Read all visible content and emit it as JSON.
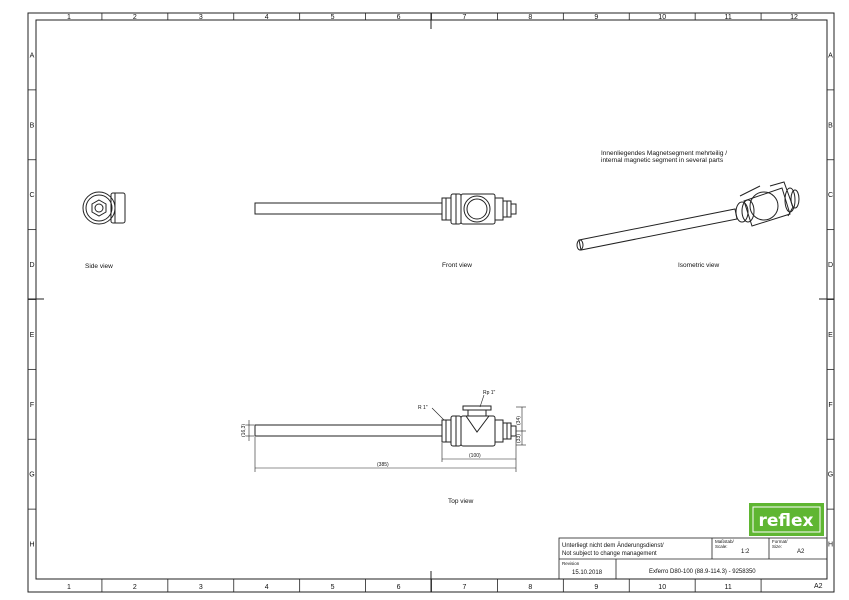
{
  "frame": {
    "columns": [
      "1",
      "2",
      "3",
      "4",
      "5",
      "6",
      "7",
      "8",
      "9",
      "10",
      "11",
      "12"
    ],
    "rows": [
      "A",
      "B",
      "C",
      "D",
      "E",
      "F",
      "G",
      "H"
    ]
  },
  "views": {
    "side": "Side view",
    "front": "Front view",
    "isometric": "Isometric view",
    "top": "Top view"
  },
  "note": {
    "line1": "Innenliegendes Magnetsegment mehrteilig /",
    "line2": "internal magnetic segment in several parts"
  },
  "dimensions": {
    "length": "(385)",
    "offset": "(100)",
    "pipe_dia": "(16,3)",
    "height_34": "(34)",
    "height_33": "(33)",
    "thread_r": "R 1\"",
    "thread_rp": "Rp 1\""
  },
  "title_block": {
    "notice_de": "Unterliegt nicht dem Änderungsdienst/",
    "notice_en": "Not subject to change management",
    "scale_label_de": "Maßstab/",
    "scale_label_en": "Scale:",
    "scale_value": "1:2",
    "format_label_de": "Format/",
    "format_label_en": "Size:",
    "format_value": "A2",
    "revision_label": "Revision",
    "revision_date": "15.10.2018",
    "title": "Exferro D80-100 (88.9-114.3) - 9258350",
    "sheet_size": "A2"
  },
  "logo": {
    "text": "reflex",
    "color": "#5fb632"
  }
}
